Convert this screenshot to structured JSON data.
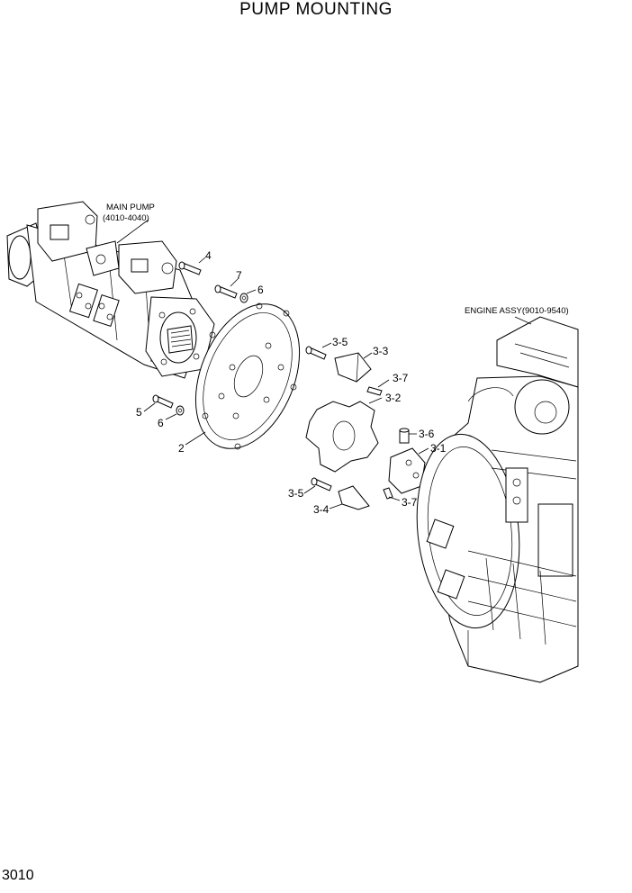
{
  "page": {
    "title": "PUMP MOUNTING",
    "page_number": "3010"
  },
  "assemblies": {
    "main_pump_line1": "MAIN PUMP",
    "main_pump_line2": "(4010-4040)",
    "engine": "ENGINE ASSY(9010-9540)"
  },
  "callouts": {
    "c4": "4",
    "c7": "7",
    "c6a": "6",
    "c35a": "3-5",
    "c33": "3-3",
    "c37a": "3-7",
    "c32": "3-2",
    "c5": "5",
    "c6b": "6",
    "c2": "2",
    "c36": "3-6",
    "c31": "3-1",
    "c35b": "3-5",
    "c34": "3-4",
    "c37b": "3-7"
  }
}
